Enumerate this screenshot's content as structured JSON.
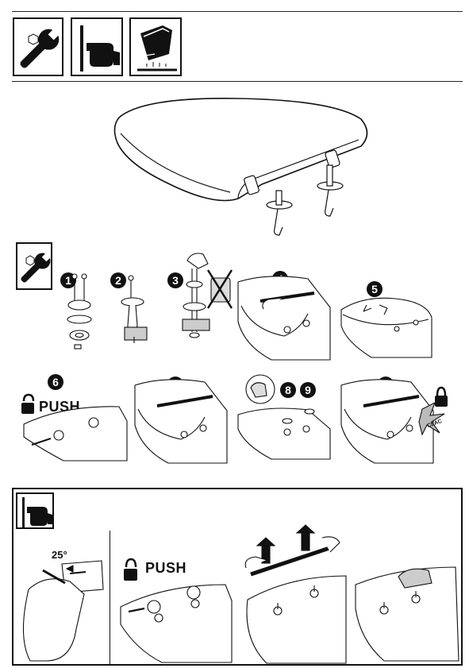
{
  "steps": [
    {
      "label": "1"
    },
    {
      "label": "2"
    },
    {
      "label": "3"
    },
    {
      "label": "4"
    },
    {
      "label": "5"
    },
    {
      "label": "6"
    },
    {
      "label": "7"
    },
    {
      "label": "8"
    },
    {
      "label": "9"
    },
    {
      "label": "10"
    }
  ],
  "install": {
    "push_label": "PUSH"
  },
  "removal": {
    "angle_label": "25°",
    "push_label": "PUSH",
    "clac_label": "CLAC"
  },
  "icons": [
    "wrench-icon",
    "hand-pointing-icon",
    "cleaning-cloth-icon",
    "unlock-icon",
    "lock-icon"
  ]
}
